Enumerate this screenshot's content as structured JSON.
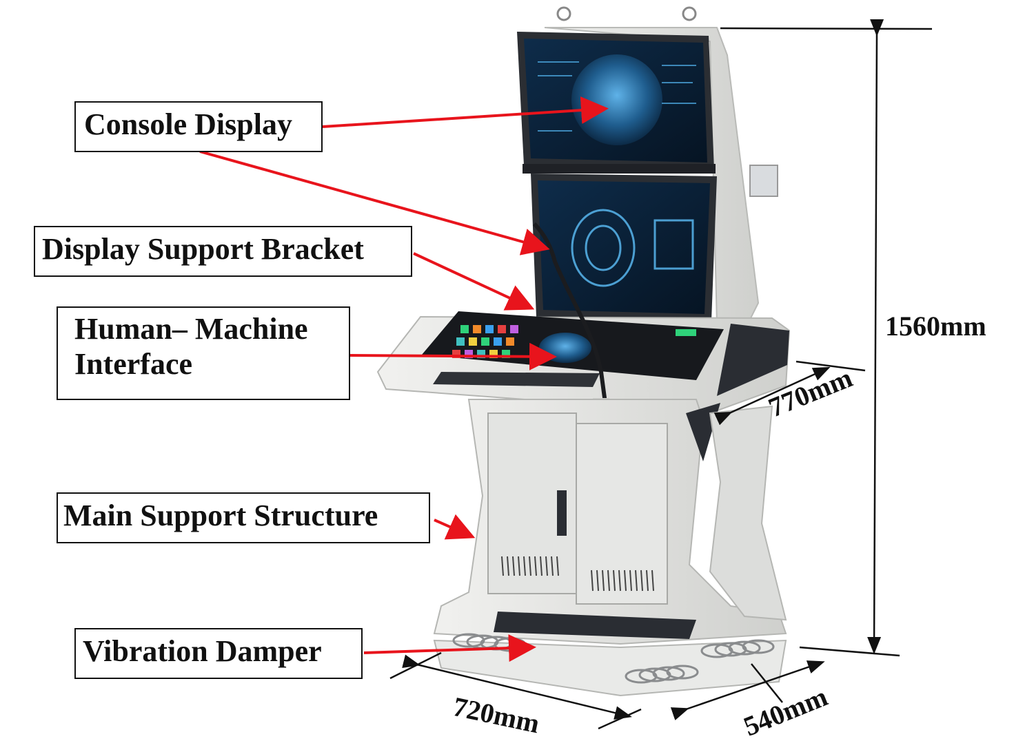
{
  "labels": {
    "console_display": "Console Display",
    "display_support_bracket": "Display Support Bracket",
    "hmi_line1": "Human– Machine",
    "hmi_line2": "Interface",
    "main_support_structure": "Main Support Structure",
    "vibration_damper": "Vibration Damper"
  },
  "dimensions": {
    "height": "1560mm",
    "depth_top": "770mm",
    "width": "720mm",
    "depth_base": "540mm"
  },
  "colors": {
    "arrow": "#e8141c",
    "body": "#e8e8e6",
    "accent": "#2a2d33",
    "screen": "#0b1e33"
  }
}
